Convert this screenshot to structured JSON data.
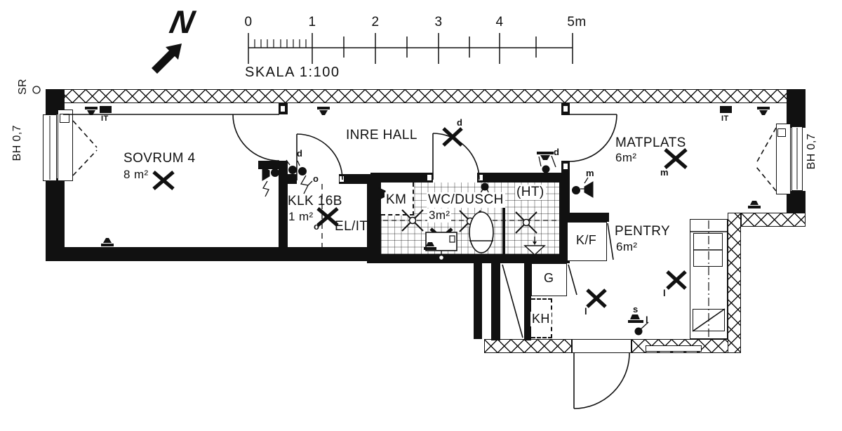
{
  "compass": {
    "north_label": "N"
  },
  "scale_bar": {
    "tick_labels": [
      "0",
      "1",
      "2",
      "3",
      "4",
      "5m"
    ],
    "caption": "SKALA 1:100"
  },
  "rooms": {
    "sovrum": {
      "name": "SOVRUM 4",
      "area": "8 m²"
    },
    "inre_hall": {
      "name": "INRE HALL"
    },
    "klk": {
      "name": "KLK 16B",
      "area": "1 m²"
    },
    "el_it": {
      "name": "EL/IT"
    },
    "wc_dusch": {
      "name": "WC/DUSCH",
      "area": "3m²"
    },
    "ht": {
      "name": "(HT)"
    },
    "matplats": {
      "name": "MATPLATS",
      "area": "6m²"
    },
    "pentry": {
      "name": "PENTRY",
      "area": "6m²"
    }
  },
  "fixtures": {
    "km": "KM",
    "kf": "K/F",
    "g": "G",
    "kh": "KH"
  },
  "wall_labels": {
    "sr": "SR",
    "bh_left": "BH 0,7",
    "bh_right": "BH 0,7",
    "it_left": "IT",
    "it_right": "IT"
  },
  "symbol_letters": {
    "d": "d",
    "o": "o",
    "m": "m",
    "l": "l",
    "s": "s"
  }
}
